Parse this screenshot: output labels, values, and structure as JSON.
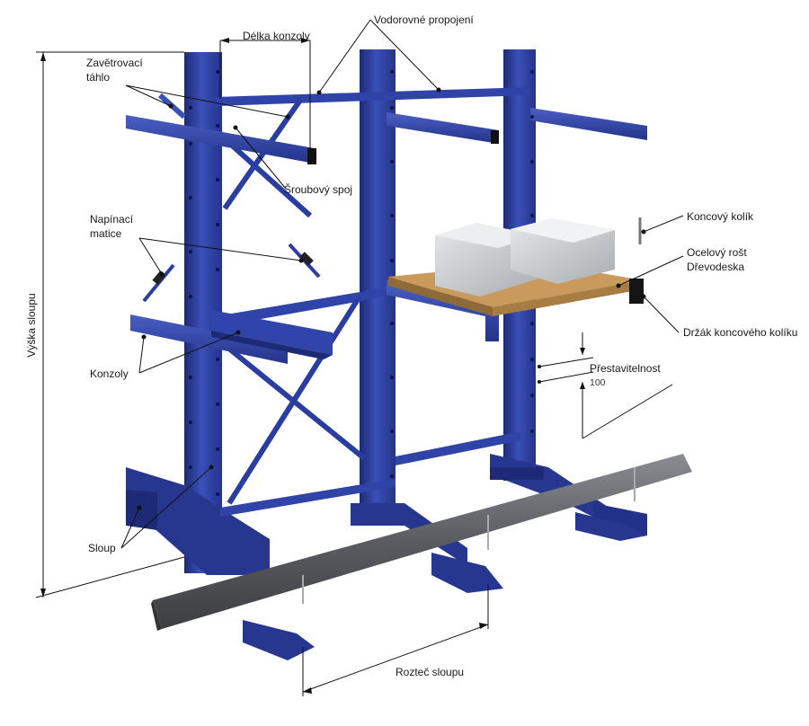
{
  "labels": {
    "delka_konzoly": "Délka konzoly",
    "vodorovne_propojeni": "Vodorovné propojení",
    "zavetrovaci_tahlo": [
      "Zavětrovací",
      "táhlo"
    ],
    "sroubovy_spoj": "Šroubový spoj",
    "napinaci_matice": [
      "Napínací",
      "matice"
    ],
    "koncovy_kolik": "Koncový kolík",
    "ocelovy_rost": "Ocelový rošt",
    "drevodeska": "Dřevodeska",
    "drzak_koncoveho_koliku": "Držák koncového kolíku",
    "prestavitelnost": "Přestavitelnost",
    "prestavitelnost_value": "100",
    "konzoly": "Konzoly",
    "sloup": "Sloup",
    "vyska_sloupu": "Výška sloupu",
    "roztec_sloupu": "Rozteč sloupu"
  },
  "colors": {
    "steel_blue": "#2d3f9e",
    "steel_blue_dark": "#1d2a75",
    "steel_blue_light": "#4a5fc4",
    "board": "#c99a5b",
    "pipes": "#5f6166",
    "leader": "#111111"
  }
}
